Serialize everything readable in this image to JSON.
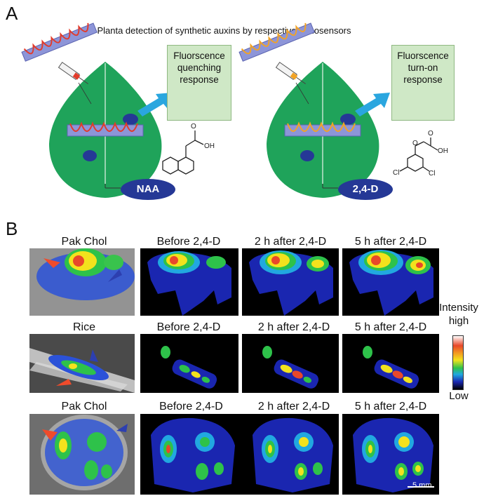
{
  "panel_a": {
    "letter": "A",
    "title": "In Planta detection of synthetic auxins by respective nanosensors",
    "left": {
      "response_text": "Fluorscence quenching response",
      "compound": "NAA",
      "sensor_color": "#e23b2b"
    },
    "right": {
      "response_text": "Fluorscence turn-on response",
      "compound": "2,4-D",
      "sensor_color": "#f2a326"
    },
    "leaf_color": "#1fa35a",
    "box_color": "#cfe8c6",
    "pill_color": "#253896"
  },
  "panel_b": {
    "letter": "B",
    "rows": [
      {
        "label": "Pak Chol",
        "cols": [
          "Before 2,4-D",
          "2 h after 2,4-D",
          "5 h after 2,4-D"
        ]
      },
      {
        "label": "Rice",
        "cols": [
          "Before 2,4-D",
          "2 h after 2,4-D",
          "5 h after 2,4-D"
        ]
      },
      {
        "label": "Pak Chol",
        "cols": [
          "Before 2,4-D",
          "2 h after 2,4-D",
          "5 h after 2,4-D"
        ]
      }
    ],
    "scale": {
      "title": "Intensity",
      "high": "high",
      "low": "Low"
    },
    "scalebar": "5 mm"
  }
}
